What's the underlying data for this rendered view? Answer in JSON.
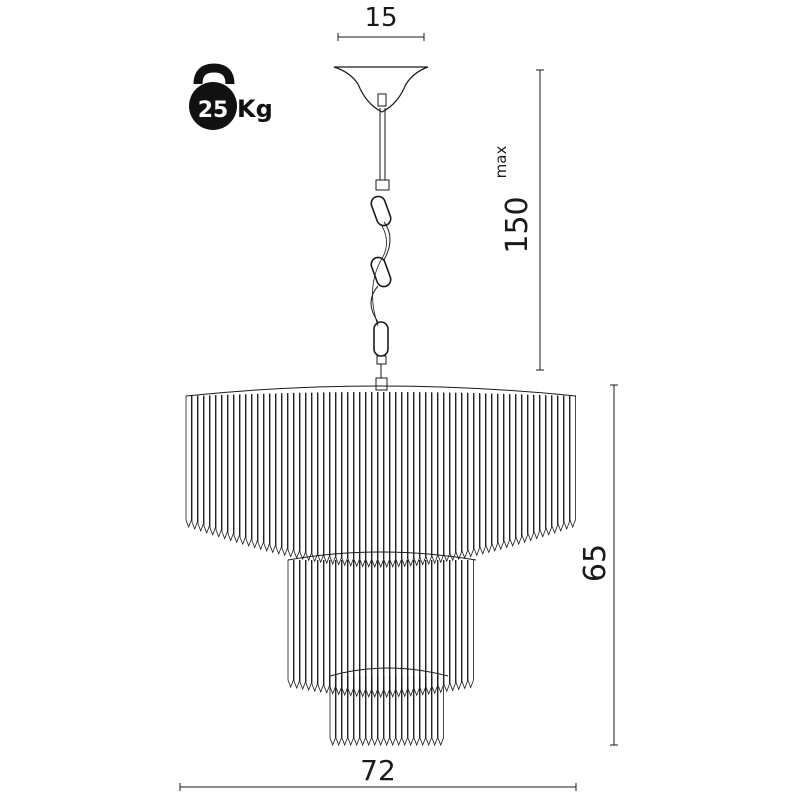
{
  "weight": {
    "value": "25",
    "unit": "Kg",
    "icon": "kettlebell-icon"
  },
  "dimensions": {
    "canopy_width": "15",
    "suspension_length": "150",
    "suspension_suffix": "max",
    "body_height": "65",
    "diameter": "72"
  },
  "colors": {
    "line": "#1a1a1a",
    "background": "#ffffff"
  }
}
